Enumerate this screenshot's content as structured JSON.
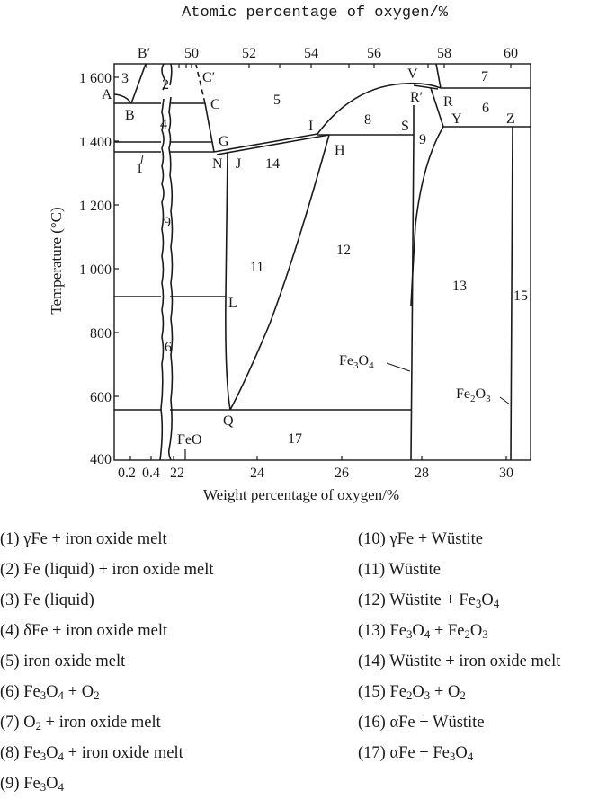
{
  "chart_data": {
    "type": "phase_diagram",
    "title": "",
    "top_axis": {
      "label": "Atomic percentage of oxygen/%",
      "ticks": [
        "50",
        "52",
        "54",
        "56",
        "58",
        "60"
      ]
    },
    "xlabel": "Weight percentage of oxygen/%",
    "ylabel": "Temperature (°C)",
    "x_ticks": [
      "0.2",
      "0.4",
      "22",
      "24",
      "26",
      "28",
      "30"
    ],
    "y_ticks": [
      "1 600",
      "1 400",
      "1 200",
      "1 000",
      "800",
      "600",
      "400"
    ],
    "ylim": [
      400,
      1650
    ],
    "point_labels": [
      "A",
      "B",
      "B′",
      "C",
      "C′",
      "G",
      "N",
      "J",
      "I",
      "H",
      "L",
      "Q",
      "S",
      "V",
      "R′",
      "R",
      "Y",
      "Z"
    ],
    "compound_labels": [
      "FeO",
      "Fe3O4",
      "Fe2O3"
    ],
    "regions": [
      {
        "id": 1,
        "phase": "γFe + iron oxide melt"
      },
      {
        "id": 2,
        "phase": "Fe (liquid) + iron oxide melt"
      },
      {
        "id": 3,
        "phase": "Fe (liquid)"
      },
      {
        "id": 4,
        "phase": "δFe + iron oxide melt"
      },
      {
        "id": 5,
        "phase": "iron oxide melt"
      },
      {
        "id": 6,
        "phase": "Fe3O4 + O2"
      },
      {
        "id": 7,
        "phase": "O2 + iron oxide melt"
      },
      {
        "id": 8,
        "phase": "Fe3O4 + iron oxide melt"
      },
      {
        "id": 9,
        "phase": "Fe3O4"
      },
      {
        "id": 10,
        "phase": "γFe + Wüstite"
      },
      {
        "id": 11,
        "phase": "Wüstite"
      },
      {
        "id": 12,
        "phase": "Wüstite + Fe3O4"
      },
      {
        "id": 13,
        "phase": "Fe3O4 + Fe2O3"
      },
      {
        "id": 14,
        "phase": "Wüstite + iron oxide melt"
      },
      {
        "id": 15,
        "phase": "Fe2O3 + O2"
      },
      {
        "id": 16,
        "phase": "αFe + Wüstite"
      },
      {
        "id": 17,
        "phase": "αFe + Fe3O4"
      }
    ],
    "isotherms_C": [
      1528,
      1400,
      1371,
      912,
      560,
      1583,
      1457,
      1424
    ],
    "grid": false,
    "legend_position": "below"
  },
  "labels": {
    "top_title": "Atomic percentage of oxygen/%",
    "x_title": "Weight percentage of oxygen/%",
    "y_title": "Temperature (°C)",
    "top_ticks": [
      "B′",
      "50",
      "52",
      "54",
      "56",
      "58",
      "60"
    ],
    "x_ticks": [
      "0.2",
      "0.4",
      "22",
      "24",
      "26",
      "28",
      "30"
    ],
    "y_ticks": [
      "1 600",
      "1 400",
      "1 200",
      "1 000",
      "800",
      "600",
      "400"
    ],
    "points": {
      "A": "A",
      "B": "B",
      "C": "C",
      "Cp": "C′",
      "G": "G",
      "N": "N",
      "J": "J",
      "I": "I",
      "H": "H",
      "L": "L",
      "Q": "Q",
      "S": "S",
      "V": "V",
      "Rp": "R′",
      "R": "R",
      "Y": "Y",
      "Z": "Z"
    },
    "regions": {
      "r1": "1",
      "r2": "2",
      "r3": "3",
      "r4": "4",
      "r5": "5",
      "r6": "6",
      "r6b": "6",
      "r7": "7",
      "r8": "8",
      "r9": "9",
      "r9b": "9",
      "r11": "11",
      "r12": "12",
      "r13": "13",
      "r14": "14",
      "r15": "15",
      "r17": "17"
    },
    "compounds": {
      "feo": "FeO",
      "fe3o4_main": "Fe",
      "fe3o4_sub1": "3",
      "fe3o4_o": "O",
      "fe3o4_sub2": "4",
      "fe2o3_main": "Fe",
      "fe2o3_sub1": "2",
      "fe2o3_o": "O",
      "fe2o3_sub2": "3"
    }
  },
  "legend": {
    "left": [
      {
        "num": "(1)",
        "parts": [
          "γFe + iron oxide melt"
        ]
      },
      {
        "num": "(2)",
        "parts": [
          "Fe (liquid) + iron oxide melt"
        ]
      },
      {
        "num": "(3)",
        "parts": [
          "Fe (liquid)"
        ]
      },
      {
        "num": "(4)",
        "parts": [
          "δFe + iron oxide melt"
        ]
      },
      {
        "num": "(5)",
        "parts": [
          "iron oxide melt"
        ]
      },
      {
        "num": "(6)",
        "a": "Fe",
        "s1": "3",
        "b": "O",
        "s2": "4",
        "c": " + O",
        "s3": "2",
        "d": ""
      },
      {
        "num": "(7)",
        "a": "O",
        "s1": "2",
        "b": " + iron oxide melt"
      },
      {
        "num": "(8)",
        "a": "Fe",
        "s1": "3",
        "b": "O",
        "s2": "4",
        "c": " + iron oxide melt"
      },
      {
        "num": "(9)",
        "a": "Fe",
        "s1": "3",
        "b": "O",
        "s2": "4"
      }
    ],
    "right": [
      {
        "num": "(10)",
        "text": "γFe + Wüstite"
      },
      {
        "num": "(11)",
        "text": "Wüstite"
      },
      {
        "num": "(12)",
        "a": "Wüstite + Fe",
        "s1": "3",
        "b": "O",
        "s2": "4"
      },
      {
        "num": "(13)",
        "a": "Fe",
        "s1": "3",
        "b": "O",
        "s2": "4",
        "c": " + Fe",
        "s3": "2",
        "d": "O",
        "s4": "3"
      },
      {
        "num": "(14)",
        "text": "Wüstite + iron oxide melt"
      },
      {
        "num": "(15)",
        "a": "Fe",
        "s1": "2",
        "b": "O",
        "s2": "3",
        "c": " + O",
        "s3": "2"
      },
      {
        "num": "(16)",
        "text": "αFe + Wüstite"
      },
      {
        "num": "(17)",
        "a": "αFe + Fe",
        "s1": "3",
        "b": "O",
        "s2": "4"
      }
    ]
  }
}
